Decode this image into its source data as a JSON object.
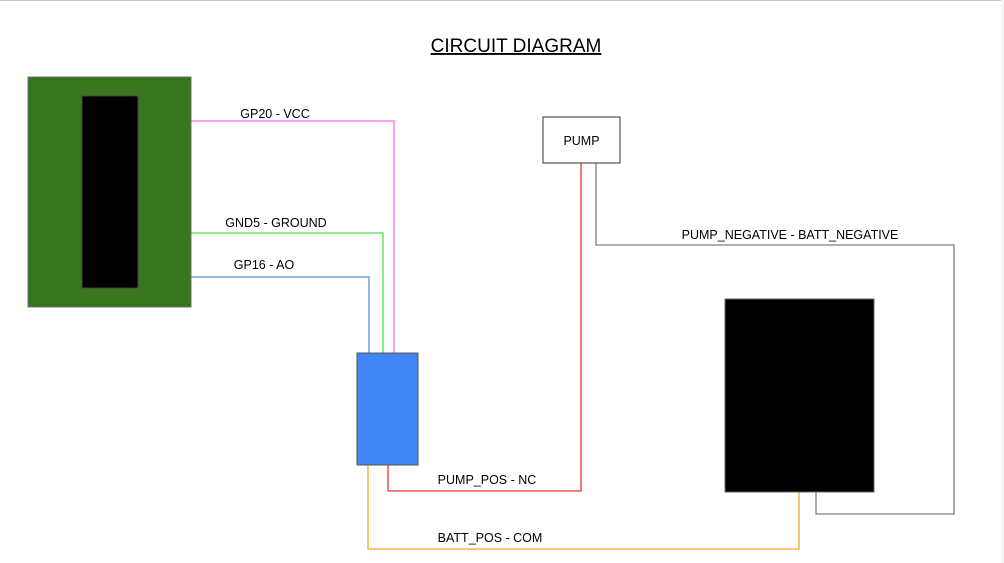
{
  "title": "CIRCUIT DIAGRAM",
  "components": {
    "microcontroller": {
      "label": "",
      "board_color": "#38761d",
      "chip_color": "#000000"
    },
    "relay": {
      "label": "",
      "color": "#4285f4"
    },
    "pump": {
      "label": "PUMP"
    },
    "battery": {
      "label": "",
      "color": "#000000"
    }
  },
  "wires": [
    {
      "name": "vcc-wire",
      "label": "GP20 - VCC",
      "color": "#ff66ff"
    },
    {
      "name": "ground-wire",
      "label": "GND5 - GROUND",
      "color": "#4be34b"
    },
    {
      "name": "ao-wire",
      "label": "GP16 - AO",
      "color": "#5b8fd9"
    },
    {
      "name": "pump-pos-wire",
      "label": "PUMP_POS - NC",
      "color": "#e53935"
    },
    {
      "name": "batt-pos-wire",
      "label": "BATT_POS - COM",
      "color": "#f5a623"
    },
    {
      "name": "pump-negative-wire",
      "label": "PUMP_NEGATIVE - BATT_NEGATIVE",
      "color": "#808080"
    }
  ]
}
